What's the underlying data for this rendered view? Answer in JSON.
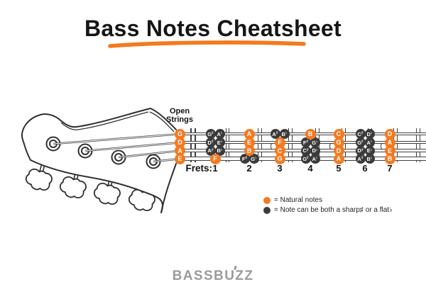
{
  "title": "Bass Notes Cheatsheet",
  "header": {
    "underline_color": "#F5791F"
  },
  "diagram": {
    "open_strings_label": "Open\nStrings",
    "frets_label": "Frets:",
    "strings": [
      "G",
      "D",
      "A",
      "E"
    ],
    "open_notes": [
      "G",
      "D",
      "A",
      "E"
    ],
    "fret_numbers": [
      "1",
      "2",
      "3",
      "4",
      "5",
      "6",
      "7"
    ],
    "inlay_dot_frets": [
      3,
      5,
      7
    ],
    "frets": [
      {
        "fret": 1,
        "notes": [
          {
            "type": "accidental",
            "sharp": "G♯",
            "flat": "A♭"
          },
          {
            "type": "accidental",
            "sharp": "D♯",
            "flat": "E♭"
          },
          {
            "type": "accidental",
            "sharp": "A♯",
            "flat": "B♭"
          },
          {
            "type": "natural",
            "note": "F"
          }
        ]
      },
      {
        "fret": 2,
        "notes": [
          {
            "type": "natural",
            "note": "A"
          },
          {
            "type": "natural",
            "note": "E"
          },
          {
            "type": "natural",
            "note": "B"
          },
          {
            "type": "accidental",
            "sharp": "F♯",
            "flat": "G♭"
          }
        ]
      },
      {
        "fret": 3,
        "notes": [
          {
            "type": "accidental",
            "sharp": "A♯",
            "flat": "B♭"
          },
          {
            "type": "natural",
            "note": "F"
          },
          {
            "type": "natural",
            "note": "C"
          },
          {
            "type": "natural",
            "note": "G"
          }
        ]
      },
      {
        "fret": 4,
        "notes": [
          {
            "type": "natural",
            "note": "B"
          },
          {
            "type": "accidental",
            "sharp": "F♯",
            "flat": "G♭"
          },
          {
            "type": "accidental",
            "sharp": "C♯",
            "flat": "D♭"
          },
          {
            "type": "accidental",
            "sharp": "G♯",
            "flat": "A♭"
          }
        ]
      },
      {
        "fret": 5,
        "notes": [
          {
            "type": "natural",
            "note": "C"
          },
          {
            "type": "natural",
            "note": "G"
          },
          {
            "type": "natural",
            "note": "D"
          },
          {
            "type": "natural",
            "note": "A"
          }
        ]
      },
      {
        "fret": 6,
        "notes": [
          {
            "type": "accidental",
            "sharp": "C♯",
            "flat": "D♭"
          },
          {
            "type": "accidental",
            "sharp": "G♯",
            "flat": "A♭"
          },
          {
            "type": "accidental",
            "sharp": "D♯",
            "flat": "E♭"
          },
          {
            "type": "accidental",
            "sharp": "A♯",
            "flat": "B♭"
          }
        ]
      },
      {
        "fret": 7,
        "notes": [
          {
            "type": "natural",
            "note": "D"
          },
          {
            "type": "natural",
            "note": "A"
          },
          {
            "type": "natural",
            "note": "E"
          },
          {
            "type": "natural",
            "note": "B"
          }
        ]
      }
    ]
  },
  "legend": {
    "items": [
      {
        "swatch": "#F5791F",
        "label": "= Natural notes"
      },
      {
        "swatch": "#3B3B3B",
        "label": "= Note can be both a sharp♯ or a flat♭"
      }
    ]
  },
  "footer": {
    "pre": "BASSB",
    "accented": "U",
    "post": "ZZ"
  },
  "colors": {
    "natural": "#F5791F",
    "accidental": "#3B3B3B",
    "string": "#3F3F3F",
    "outline": "#2F2F2F",
    "logo": "#9B9B9B"
  }
}
